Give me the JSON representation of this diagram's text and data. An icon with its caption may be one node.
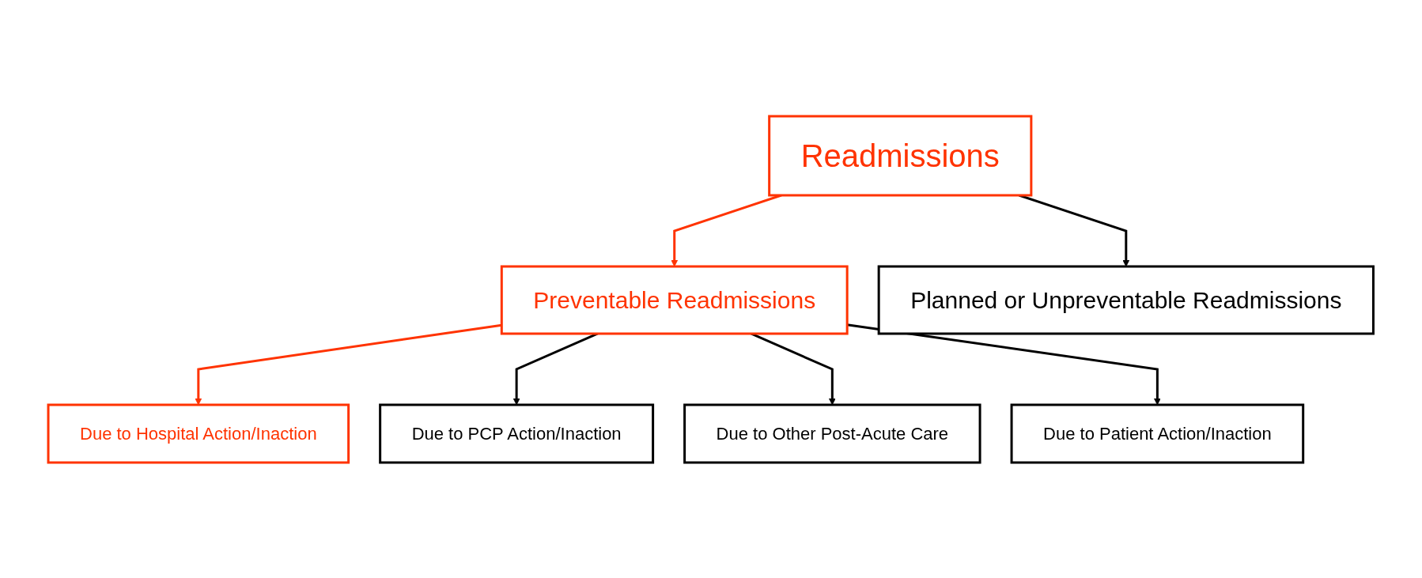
{
  "diagram": {
    "nodes": [
      {
        "text": [
          "Readmissions"
        ]
      },
      {
        "text": [
          "Preventable Readmissions"
        ]
      },
      {
        "text": [
          "Planned or Unpreventable Readmissions"
        ]
      },
      {
        "text": [
          "Due to Hospital Action/Inaction"
        ]
      },
      {
        "text": [
          "Due to PCP Action/Inaction"
        ]
      },
      {
        "text": [
          "Due to Other Post-Acute Care"
        ]
      },
      {
        "text": [
          "Due to Patient Action/Inaction"
        ]
      }
    ],
    "edges": [
      {
        "from": 0,
        "to": 1,
        "arrow": "to",
        "color": "#ff3300"
      },
      {
        "from": 0,
        "to": 2,
        "arrow": "to"
      },
      {
        "from": 1,
        "to": 3,
        "arrow": "to",
        "color": "#ff3300"
      },
      {
        "from": 1,
        "to": 4,
        "arrow": "to"
      },
      {
        "from": 1,
        "to": 5,
        "arrow": "to"
      },
      {
        "from": 1,
        "to": 6,
        "arrow": "to"
      }
    ]
  }
}
